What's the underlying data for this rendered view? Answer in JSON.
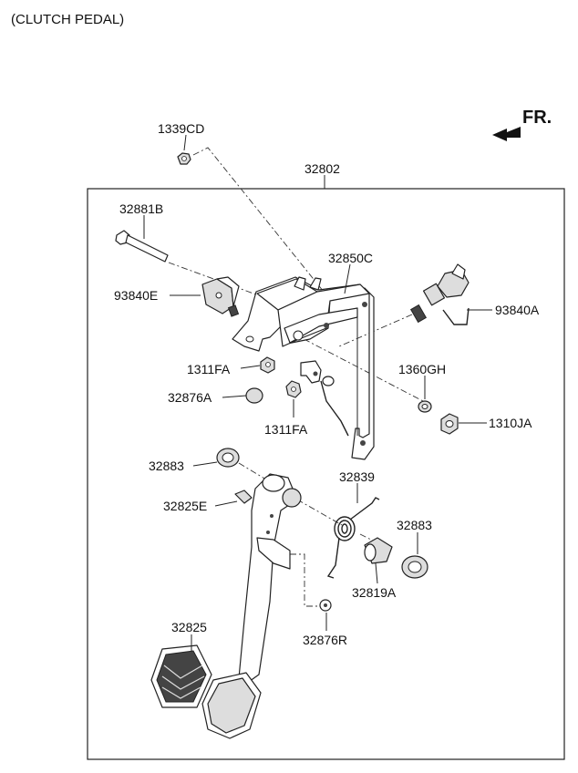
{
  "title": "(CLUTCH PEDAL)",
  "direction_label": "FR.",
  "labels": {
    "p1339CD": "1339CD",
    "p32802": "32802",
    "p32881B": "32881B",
    "p32850C": "32850C",
    "p93840E": "93840E",
    "p93840A": "93840A",
    "p1311FA_a": "1311FA",
    "p1360GH": "1360GH",
    "p32876A": "32876A",
    "p1311FA_b": "1311FA",
    "p1310JA": "1310JA",
    "p32883_a": "32883",
    "p32839": "32839",
    "p32825E": "32825E",
    "p32883_b": "32883",
    "p32819A": "32819A",
    "p32825": "32825",
    "p32876R": "32876R"
  }
}
